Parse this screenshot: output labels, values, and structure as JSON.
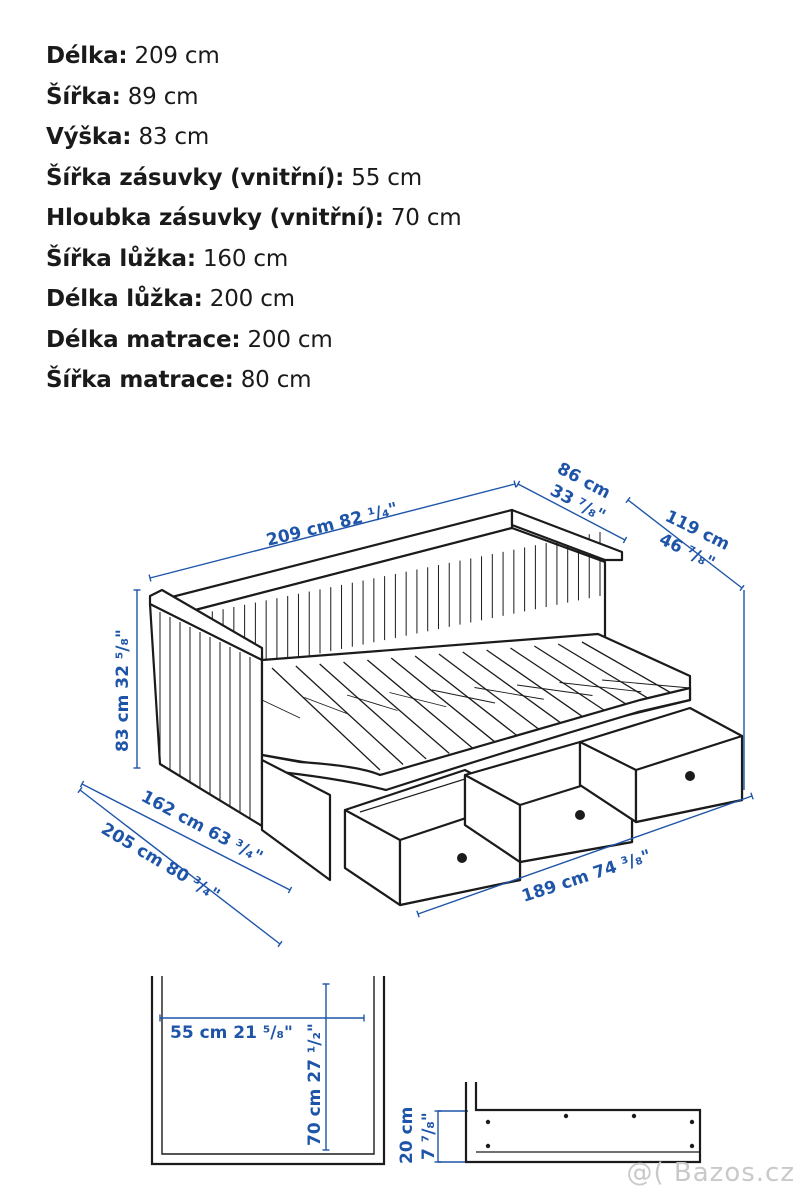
{
  "specs": [
    {
      "label": "Délka:",
      "value": "209 cm"
    },
    {
      "label": "Šířka:",
      "value": "89 cm"
    },
    {
      "label": "Výška:",
      "value": "83 cm"
    },
    {
      "label": "Šířka zásuvky (vnitřní):",
      "value": "55 cm"
    },
    {
      "label": "Hloubka zásuvky (vnitřní):",
      "value": "70 cm"
    },
    {
      "label": "Šířka lůžka:",
      "value": "160 cm"
    },
    {
      "label": "Délka lůžka:",
      "value": "200 cm"
    },
    {
      "label": "Délka matrace:",
      "value": "200 cm"
    },
    {
      "label": "Šířka matrace:",
      "value": "80 cm"
    }
  ],
  "dimensions": {
    "length": "209 cm 82 ¹/₄\"",
    "depth_cm": "86 cm",
    "depth_in": "33 ⁷/₈\"",
    "extended_cm": "119 cm",
    "extended_in": "46 ⁷/₈\"",
    "height": "83 cm 32 ⁵/₈\"",
    "bed_width": "162 cm 63 ³/₄\"",
    "bed_length": "205 cm 80 ³/₄\"",
    "drawer_span": "189 cm 74 ³/₈\"",
    "drawer_width": "55 cm 21 ⁵/₈\"",
    "drawer_depth": "70 cm 27 ¹/₂\"",
    "drawer_height_cm": "20 cm",
    "drawer_height_in": "7 ⁷/₈\""
  },
  "colors": {
    "dimension": "#1f55a8",
    "ink": "#1b1b1b",
    "watermark": "#c9c9c9"
  },
  "watermark": "@( Bazos.cz"
}
